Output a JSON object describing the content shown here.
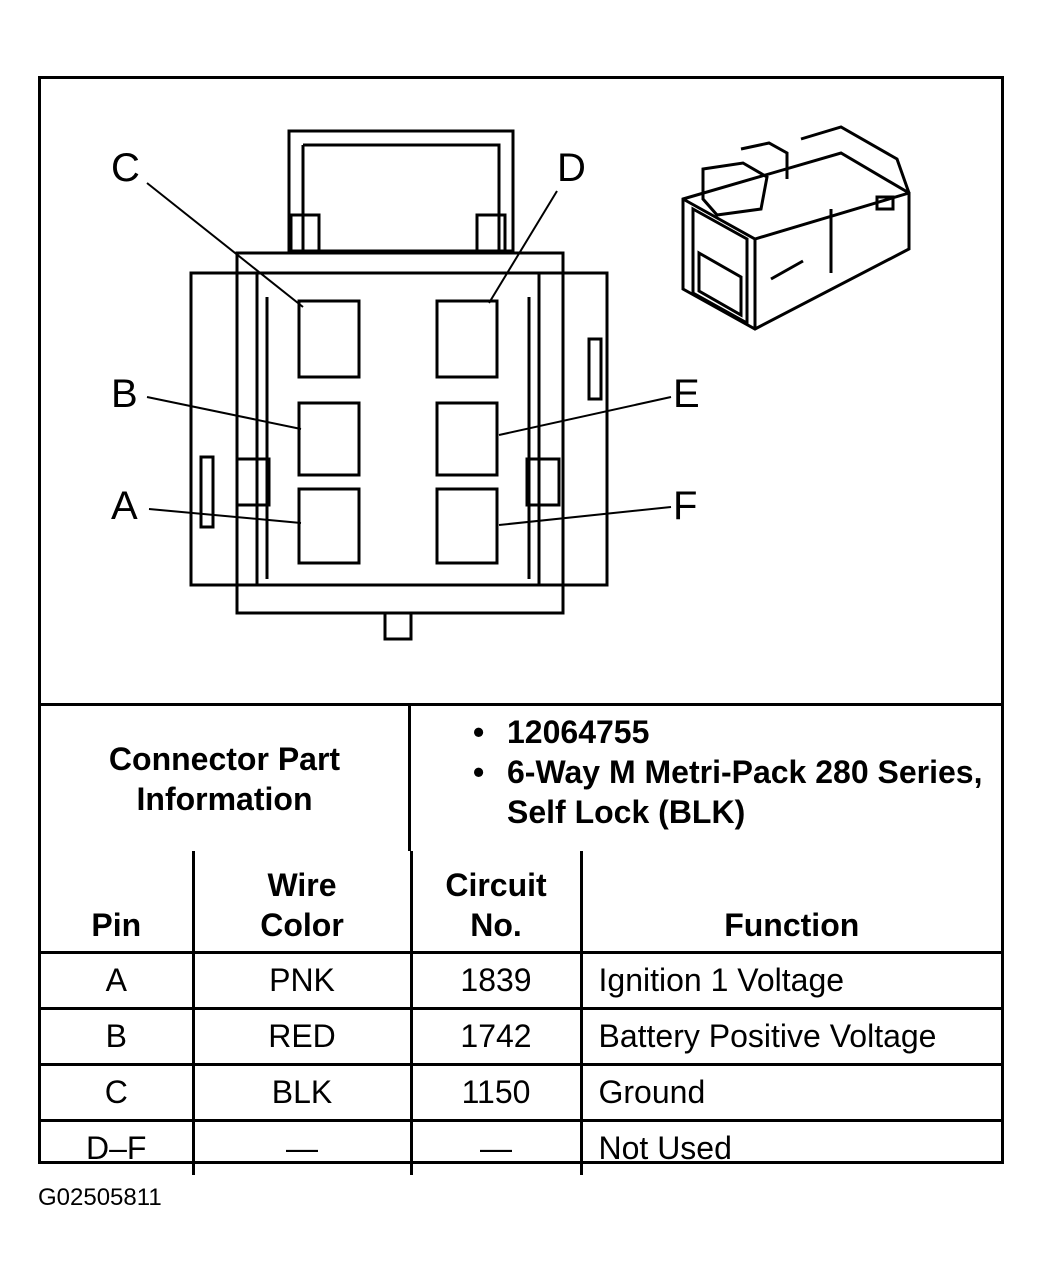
{
  "diagram": {
    "pin_labels": [
      "C",
      "D",
      "B",
      "E",
      "A",
      "F"
    ]
  },
  "connector_info": {
    "label": "Connector Part Information",
    "bullets": [
      "12064755",
      "6-Way M Metri-Pack 280 Series, Self Lock (BLK)"
    ]
  },
  "pin_table": {
    "headers": [
      "Pin",
      "Wire Color",
      "Circuit No.",
      "Function"
    ],
    "rows": [
      {
        "pin": "A",
        "wire_color": "PNK",
        "circuit": "1839",
        "function": "Ignition 1 Voltage"
      },
      {
        "pin": "B",
        "wire_color": "RED",
        "circuit": "1742",
        "function": "Battery Positive Voltage"
      },
      {
        "pin": "C",
        "wire_color": "BLK",
        "circuit": "1150",
        "function": "Ground"
      },
      {
        "pin": "D–F",
        "wire_color": "—",
        "circuit": "—",
        "function": "Not Used"
      }
    ]
  },
  "figure_id": "G02505811"
}
